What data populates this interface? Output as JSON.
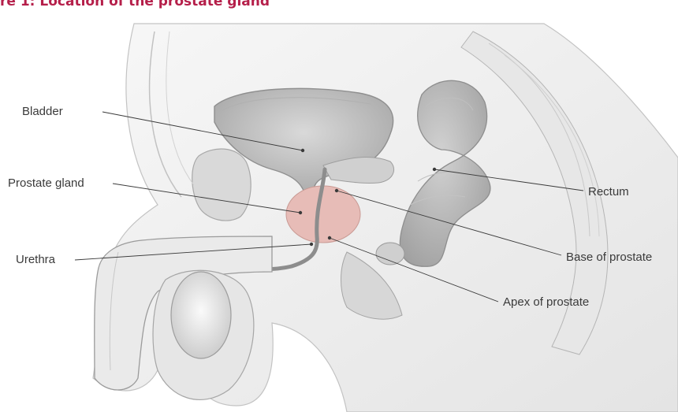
{
  "figure": {
    "title": "re 1: Location of the prostate gland",
    "title_color": "#b51f4a"
  },
  "labels": {
    "bladder": "Bladder",
    "prostate_gland": "Prostate gland",
    "urethra": "Urethra",
    "rectum": "Rectum",
    "base_of_prostate": "Base of prostate",
    "apex_of_prostate": "Apex of prostate"
  },
  "colors": {
    "tissue_light": "#f2f2f2",
    "tissue_mid": "#dcdcdc",
    "tissue_dark": "#b8b8b8",
    "outline": "#9a9a9a",
    "prostate": "#e7bcb7",
    "leader": "#3a3a3a"
  }
}
